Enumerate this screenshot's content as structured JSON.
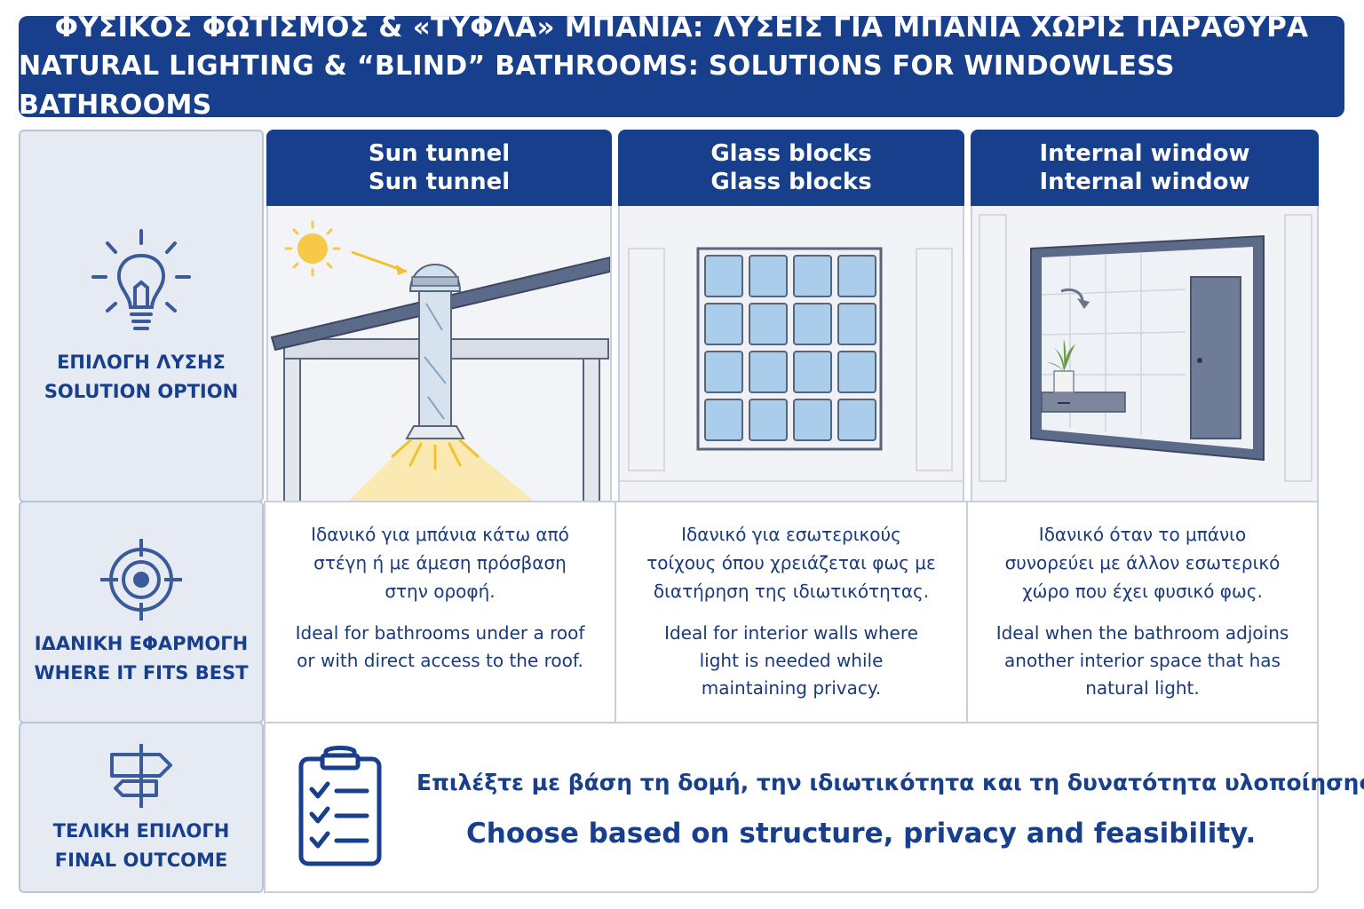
{
  "title": {
    "greek": "ΦΥΣΙΚΟΣ ΦΩΤΙΣΜΟΣ & «ΤΥΦΛΑ» ΜΠΑΝΙΑ: ΛΥΣΕΙΣ ΓΙΑ ΜΠΑΝΙΑ ΧΩΡΙΣ ΠΑΡΑΘΥΡΑ",
    "english": "NATURAL LIGHTING & “BLIND” BATHROOMS: SOLUTIONS FOR WINDOWLESS BATHROOMS"
  },
  "rows": [
    {
      "icon": "lightbulb-icon",
      "greek": "ΕΠΙΛΟΓΗ ΛΥΣΗΣ",
      "english": "SOLUTION OPTION"
    },
    {
      "icon": "target-icon",
      "greek": "ΙΔΑΝΙΚΗ ΕΦΑΡΜΟΓΗ",
      "english": "WHERE IT FITS BEST"
    },
    {
      "icon": "signpost-icon",
      "greek": "ΤΕΛΙΚΗ ΕΠΙΛΟΓΗ",
      "english": "FINAL OUTCOME"
    }
  ],
  "columns": [
    {
      "heading_1": "Sun tunnel",
      "heading_2": "Sun tunnel",
      "illustration": "sun-tunnel-illustration",
      "fit_greek": "Ιδανικό για μπάνια κάτω από στέγη ή με άμεση πρόσβαση στην οροφή.",
      "fit_english": "Ideal for bathrooms under a roof or with direct access to the roof."
    },
    {
      "heading_1": "Glass blocks",
      "heading_2": "Glass blocks",
      "illustration": "glass-blocks-illustration",
      "fit_greek": "Ιδανικό για εσωτερικούς τοίχους όπου χρειάζεται φως με διατήρηση της ιδιωτικότητας.",
      "fit_english": "Ideal for interior walls where light is needed while maintaining privacy."
    },
    {
      "heading_1": "Internal window",
      "heading_2": "Internal window",
      "illustration": "internal-window-illustration",
      "fit_greek": "Ιδανικό όταν το μπάνιο συνορεύει με άλλον εσωτερικό χώρο που έχει φυσικό φως.",
      "fit_english": "Ideal when the bathroom adjoins another interior space that has natural light."
    }
  ],
  "outcome": {
    "icon": "clipboard-checklist-icon",
    "greek": "Επιλέξτε με βάση τη δομή, την ιδιωτικότητα και τη δυνατότητα υλοποίησης.",
    "english": "Choose based on structure, privacy and feasibility."
  },
  "colors": {
    "navy": "#173f8c",
    "label_bg": "#e6ebf3",
    "border": "#c8d0dd",
    "sun": "#f7c948",
    "glass": "#a9cdea"
  }
}
